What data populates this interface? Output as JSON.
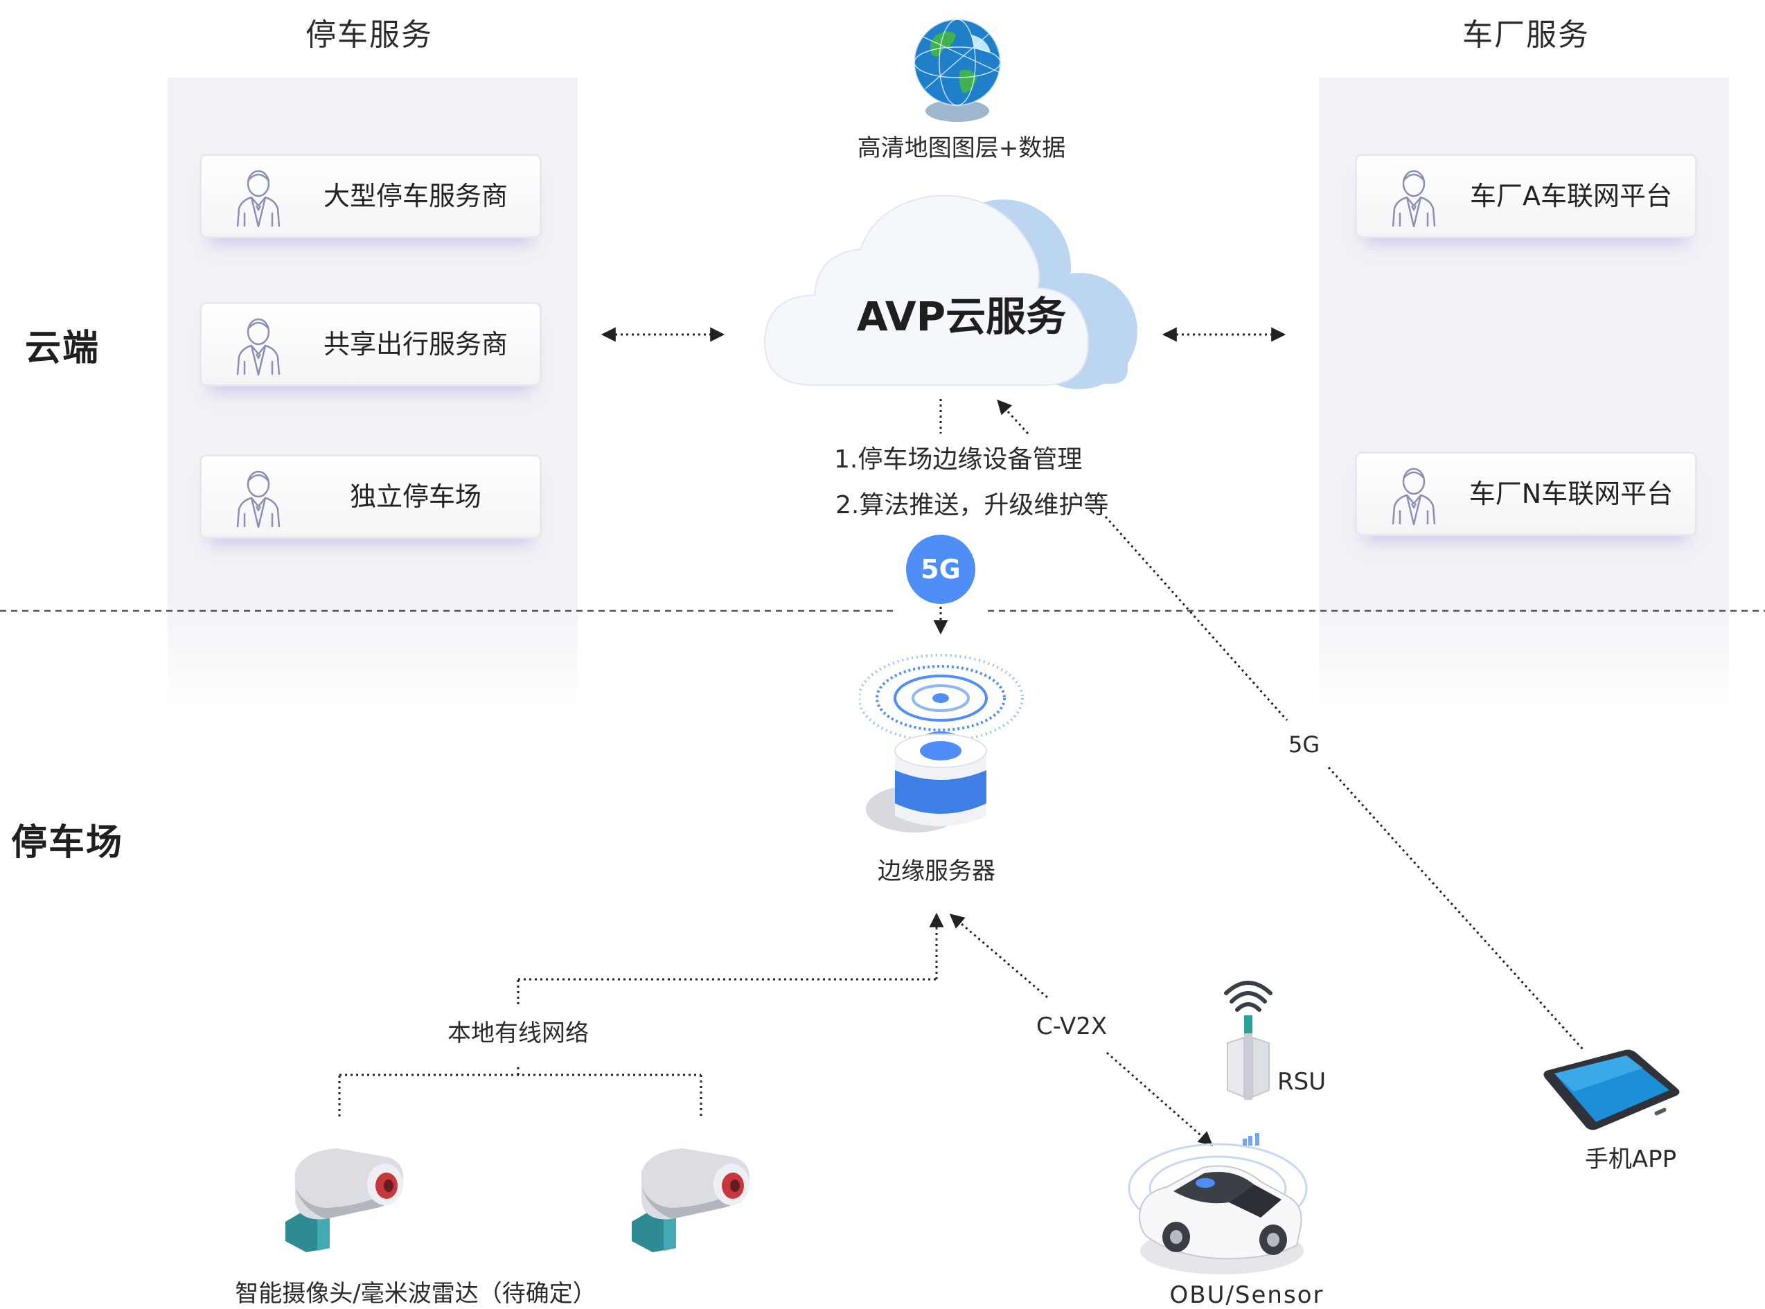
{
  "sections": {
    "parking_service": "停车服务",
    "oem_service": "车厂服务",
    "cloud": "云端",
    "parking_lot": "停车场"
  },
  "parking_cards": [
    "大型停车服务商",
    "共享出行服务商",
    "独立停车场"
  ],
  "oem_cards": [
    "车厂A车联网平台",
    "车厂N车联网平台"
  ],
  "map_label": "高清地图图层+数据",
  "cloud_label": "AVP云服务",
  "management_lines": [
    "1.停车场边缘设备管理",
    "2.算法推送，升级维护等"
  ],
  "badge_5g": "5G",
  "line_5g_label": "5G",
  "edge_server_label": "边缘服务器",
  "local_network_label": "本地有线网络",
  "cv2x_label": "C-V2X",
  "rsu_label": "RSU",
  "phone_label": "手机APP",
  "camera_label": "智能摄像头/毫米波雷达（待确定）",
  "car_label": "OBU/Sensor",
  "colors": {
    "accent_blue": "#4f8ef7",
    "panel_bg": "#f1f2f6",
    "cloud_shadow": "#bcd6f2"
  }
}
